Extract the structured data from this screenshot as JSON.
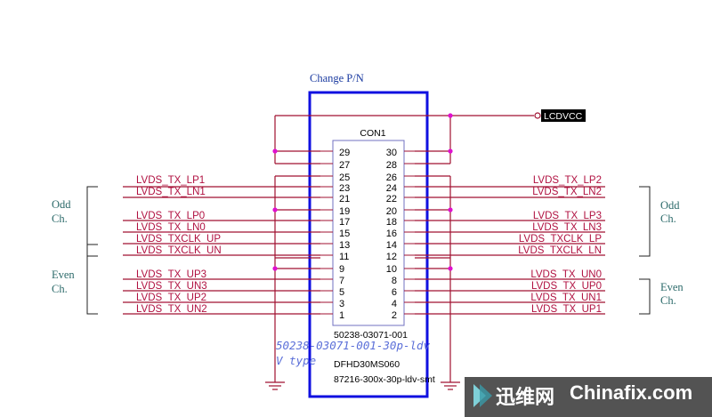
{
  "header": {
    "change_label": "Change P/N"
  },
  "connector": {
    "ref": "CON1",
    "pins_left": [
      "29",
      "27",
      "25",
      "23",
      "21",
      "19",
      "17",
      "15",
      "13",
      "11",
      "9",
      "7",
      "5",
      "3",
      "1"
    ],
    "pins_right": [
      "30",
      "28",
      "26",
      "24",
      "22",
      "20",
      "18",
      "16",
      "14",
      "12",
      "10",
      "8",
      "6",
      "4",
      "2"
    ],
    "part_number": "50238-03071-001",
    "model": "DFHD30MS060",
    "footprint": "87216-300x-30p-ldv-smt"
  },
  "power": {
    "net": "LCDVCC"
  },
  "signals_left": [
    "LVDS_TX_LP1",
    "LVDS_TX_LN1",
    "LVDS_TX_LP0",
    "LVDS_TX_LN0",
    "LVDS_TXCLK_UP",
    "LVDS_TXCLK_UN",
    "LVDS_TX_UP3",
    "LVDS_TX_UN3",
    "LVDS_TX_UP2",
    "LVDS_TX_UN2"
  ],
  "signals_right": [
    "LVDS_TX_LP2",
    "LVDS_TX_LN2",
    "LVDS_TX_LP3",
    "LVDS_TX_LN3",
    "LVDS_TXCLK_LP",
    "LVDS_TXCLK_LN",
    "LVDS_TX_UN0",
    "LVDS_TX_UP0",
    "LVDS_TX_UN1",
    "LVDS_TX_UP1"
  ],
  "groups": {
    "left_odd": [
      "Odd",
      "Ch."
    ],
    "left_even": [
      "Even",
      "Ch."
    ],
    "right_odd": [
      "Odd",
      "Ch."
    ],
    "right_even": [
      "Even",
      "Ch."
    ]
  },
  "overlay": {
    "line1": "50238-03071-001-30p-ldv",
    "line2": "V type"
  },
  "watermark": {
    "cn": "迅维网",
    "en": "Chinafix.com"
  }
}
